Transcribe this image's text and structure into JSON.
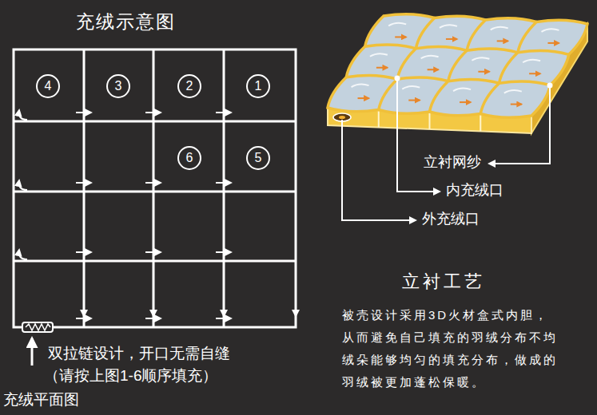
{
  "diagram": {
    "title": "充绒示意图",
    "nodes": [
      {
        "text": [
          "4"
        ]
      },
      {
        "text": [
          "3"
        ]
      },
      {
        "text": [
          "2"
        ]
      },
      {
        "text": [
          "1"
        ]
      },
      {
        "text": [
          "6"
        ]
      },
      {
        "text": [
          "5"
        ]
      }
    ],
    "labels": [
      "立衬网纱",
      "内充绒口",
      "外充绒口",
      "双拉链设计，开口无需自缝",
      "（请按上图1-6顺序填充）",
      "充绒平面图",
      "立衬工艺",
      "被壳设计采用3D火材盒式内胆， 从而避免自己填充的羽绒分布不均 绒朵能够均匀的填充分布，做成的 羽绒被更加蓬松保暖。"
    ]
  }
}
